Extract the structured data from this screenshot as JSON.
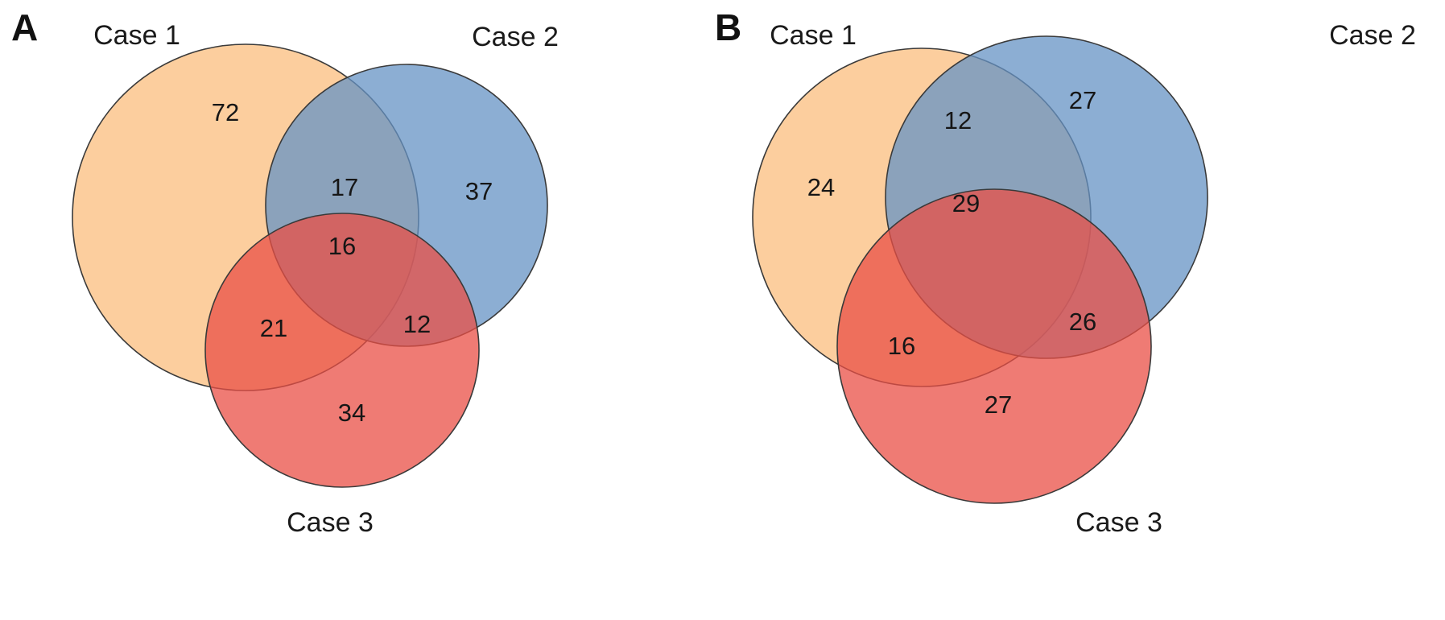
{
  "figure": {
    "panels": [
      {
        "id": "A",
        "letter": "A",
        "set_labels": {
          "case1": "Case 1",
          "case2": "Case 2",
          "case3": "Case 3"
        },
        "values": {
          "case1_only": "72",
          "case2_only": "37",
          "case3_only": "34",
          "case1_case2": "17",
          "case1_case3": "21",
          "case2_case3": "12",
          "all_three": "16"
        }
      },
      {
        "id": "B",
        "letter": "B",
        "set_labels": {
          "case1": "Case 1",
          "case2": "Case 2",
          "case3": "Case 3"
        },
        "values": {
          "case1_only": "24",
          "case2_only": "27",
          "case3_only": "27",
          "case1_case2": "12",
          "case1_case3": "16",
          "case2_case3": "26",
          "all_three": "29"
        }
      }
    ]
  },
  "colors": {
    "case1": "#FBBE7D",
    "case2": "#6593C4",
    "case3": "#E94F45",
    "outline": "#3a3a3a"
  },
  "chart_data": [
    {
      "type": "venn",
      "title": "A",
      "sets": [
        "Case 1",
        "Case 2",
        "Case 3"
      ],
      "set_colors": {
        "Case 1": "#FBBE7D",
        "Case 2": "#6593C4",
        "Case 3": "#E94F45"
      },
      "regions": {
        "Case 1 only": 72,
        "Case 2 only": 37,
        "Case 3 only": 34,
        "Case 1 and Case 2": 17,
        "Case 1 and Case 3": 21,
        "Case 2 and Case 3": 12,
        "Case 1 and Case 2 and Case 3": 16
      }
    },
    {
      "type": "venn",
      "title": "B",
      "sets": [
        "Case 1",
        "Case 2",
        "Case 3"
      ],
      "set_colors": {
        "Case 1": "#FBBE7D",
        "Case 2": "#6593C4",
        "Case 3": "#E94F45"
      },
      "regions": {
        "Case 1 only": 24,
        "Case 2 only": 27,
        "Case 3 only": 27,
        "Case 1 and Case 2": 12,
        "Case 1 and Case 3": 16,
        "Case 2 and Case 3": 26,
        "Case 1 and Case 2 and Case 3": 29
      }
    }
  ]
}
